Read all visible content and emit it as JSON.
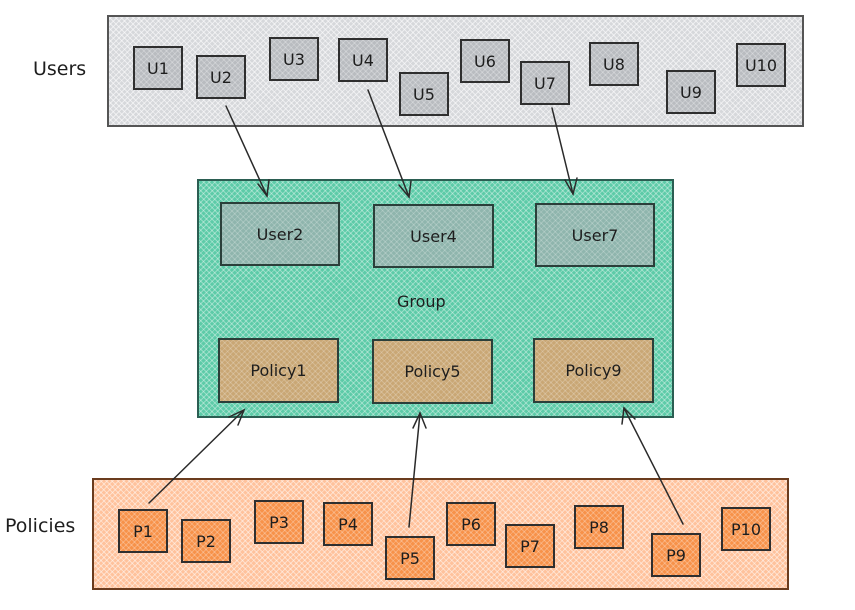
{
  "labels": {
    "users": "Users",
    "policies": "Policies",
    "group": "Group"
  },
  "colors": {
    "users_fill": "#d6d8db",
    "user_box_fill": "#b9bcc0",
    "group_fill": "#5dcba8",
    "group_user_fill": "#8fb5ad",
    "group_policy_fill": "#c9a775",
    "policies_fill": "#ffc29c",
    "policy_box_fill": "#f7924a",
    "stroke": "#1e1e1e"
  },
  "users": [
    "U1",
    "U2",
    "U3",
    "U4",
    "U5",
    "U6",
    "U7",
    "U8",
    "U9",
    "U10"
  ],
  "policies": [
    "P1",
    "P2",
    "P3",
    "P4",
    "P5",
    "P6",
    "P7",
    "P8",
    "P9",
    "P10"
  ],
  "group": {
    "members": [
      "User2",
      "User4",
      "User7"
    ],
    "policies": [
      "Policy1",
      "Policy5",
      "Policy9"
    ]
  },
  "connections": [
    {
      "from": "U2",
      "to": "User2"
    },
    {
      "from": "U4",
      "to": "User4"
    },
    {
      "from": "U7",
      "to": "User7"
    },
    {
      "from": "P1",
      "to": "Policy1"
    },
    {
      "from": "P5",
      "to": "Policy5"
    },
    {
      "from": "P9",
      "to": "Policy9"
    }
  ]
}
